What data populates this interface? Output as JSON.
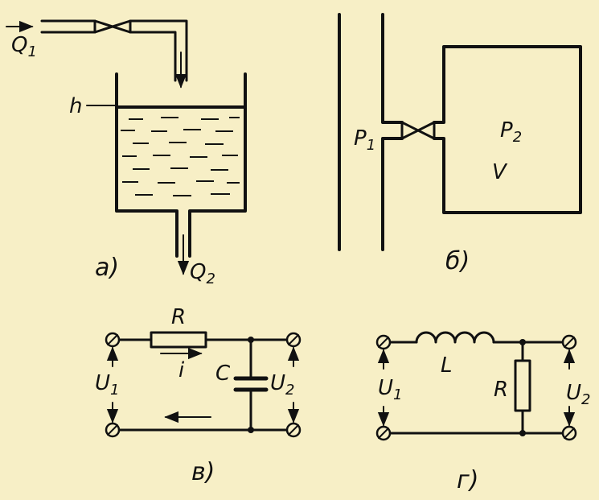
{
  "labels": {
    "q1": "Q",
    "q1_sub": "1",
    "q2": "Q",
    "q2_sub": "2",
    "h": "h",
    "p1": "P",
    "p1_sub": "1",
    "p2": "P",
    "p2_sub": "2",
    "v": "V",
    "r_rc": "R",
    "i": "i",
    "c": "C",
    "u1_rc": "U",
    "u1_rc_sub": "1",
    "u2_rc": "U",
    "u2_rc_sub": "2",
    "l": "L",
    "r_rl": "R",
    "u1_rl": "U",
    "u1_rl_sub": "1",
    "u2_rl": "U",
    "u2_rl_sub": "2"
  },
  "captions": {
    "a": "а)",
    "b": "б)",
    "v": "в)",
    "g": "г)"
  }
}
